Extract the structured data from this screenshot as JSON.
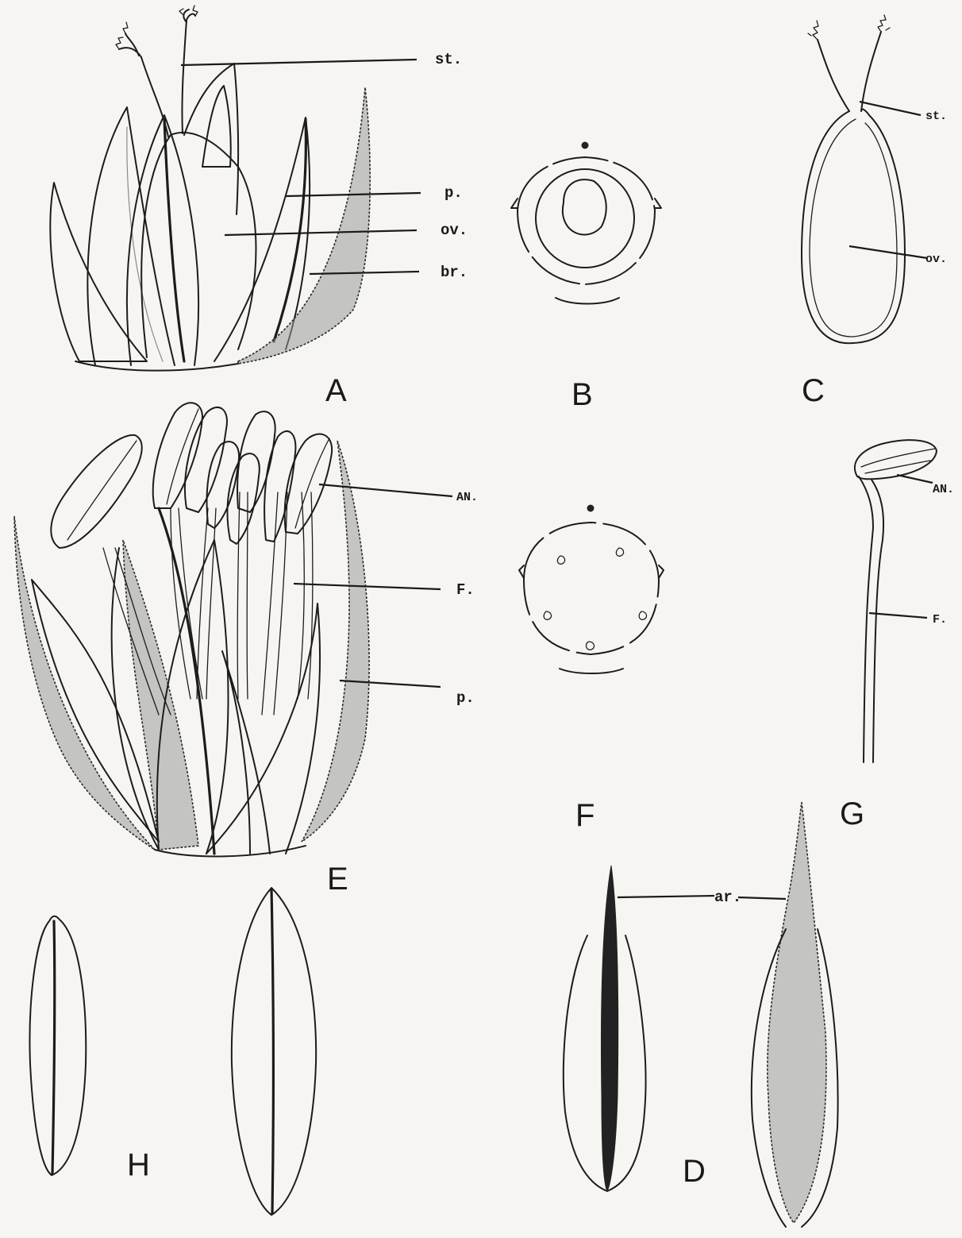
{
  "panels": {
    "A": "A",
    "B": "B",
    "C": "C",
    "D": "D",
    "E": "E",
    "F": "F",
    "G": "G",
    "H": "H"
  },
  "labels": {
    "stigma": "st.",
    "perianth": "p.",
    "ovary": "ov.",
    "bract": "br.",
    "anther": "AN.",
    "filament": "F.",
    "arista": "ar."
  }
}
